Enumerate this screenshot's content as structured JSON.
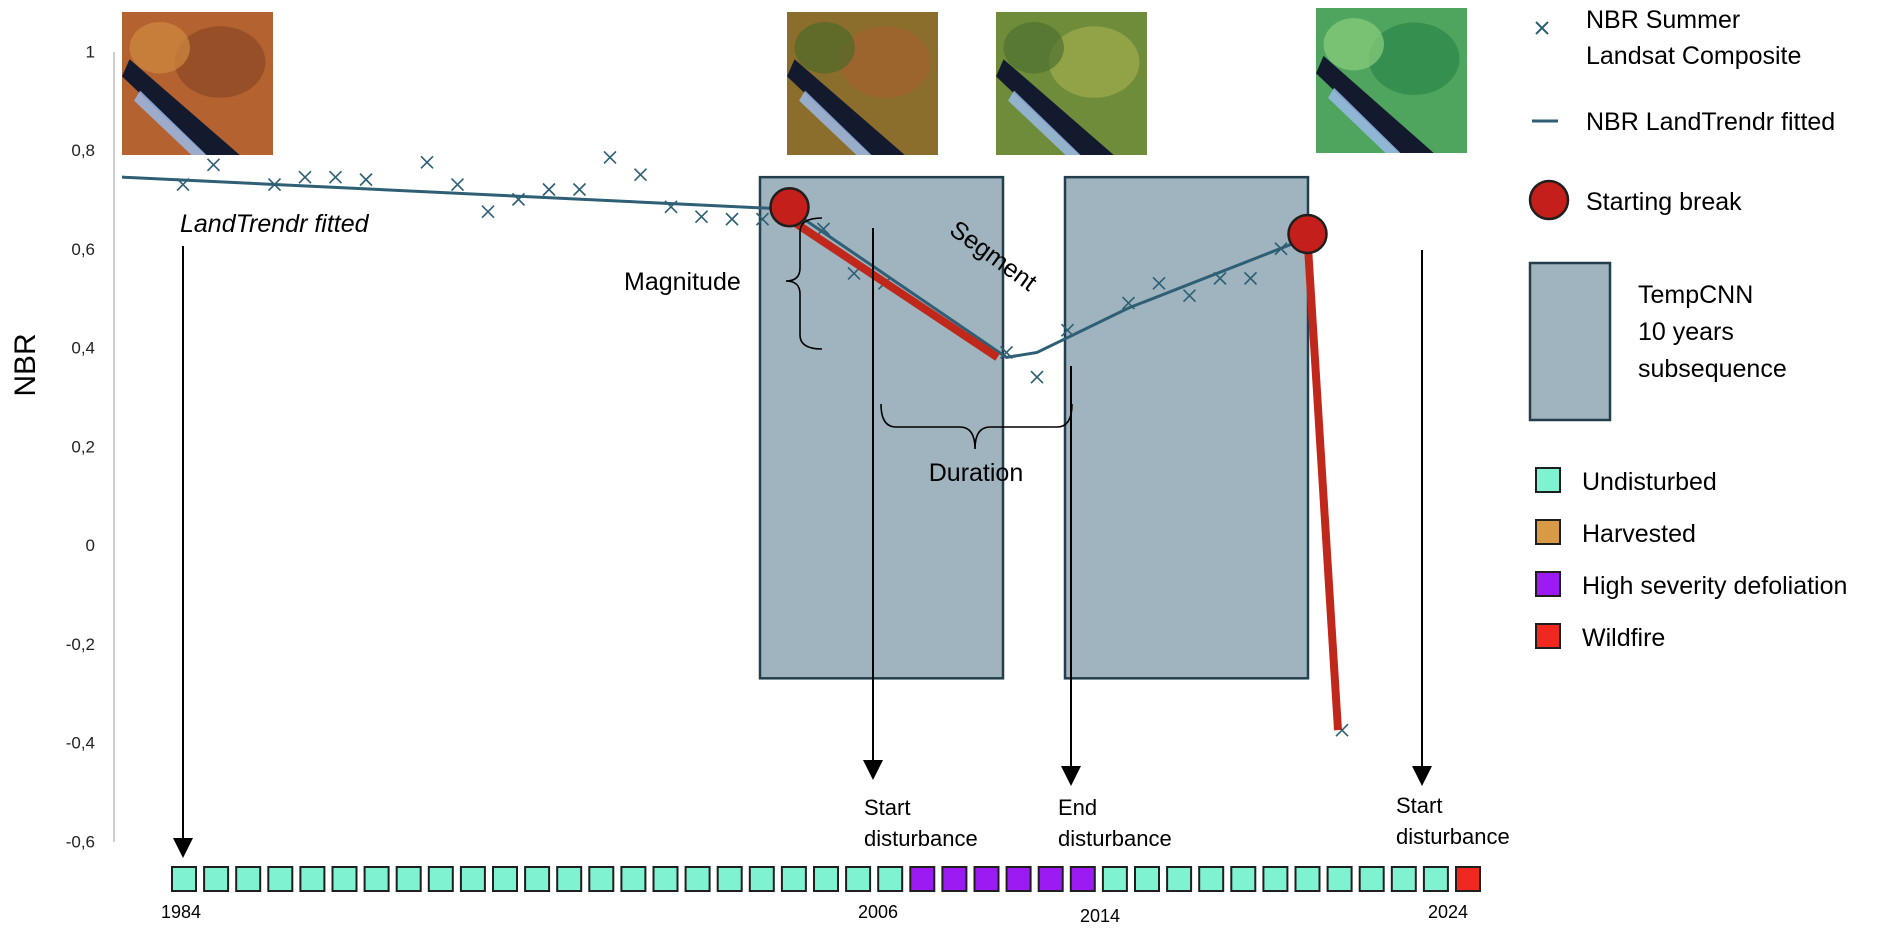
{
  "chart_data": {
    "type": "scatter",
    "ylabel": "NBR",
    "ylim": [
      -0.6,
      1
    ],
    "yticks": [
      "1",
      "0,8",
      "0,6",
      "0,4",
      "0,2",
      "0",
      "-0,2",
      "-0,4",
      "-0,6"
    ],
    "ytick_values": [
      1,
      0.8,
      0.6,
      0.4,
      0.2,
      0,
      -0.2,
      -0.4,
      -0.6
    ],
    "xlim": [
      1984,
      2024
    ],
    "year_labels": [
      {
        "text": "1984",
        "year": 1984
      },
      {
        "text": "2006",
        "year": 2006
      },
      {
        "text": "2014",
        "year": 2014
      },
      {
        "text": "2024",
        "year": 2024
      }
    ],
    "series": [
      {
        "name": "NBR Summer Landsat Composite",
        "marker": "x",
        "color": "#2e5f74",
        "points": [
          [
            1984,
            0.73
          ],
          [
            1985,
            0.77
          ],
          [
            1987,
            0.73
          ],
          [
            1988,
            0.745
          ],
          [
            1989,
            0.745
          ],
          [
            1990,
            0.74
          ],
          [
            1992,
            0.775
          ],
          [
            1993,
            0.73
          ],
          [
            1994,
            0.675
          ],
          [
            1995,
            0.7
          ],
          [
            1996,
            0.72
          ],
          [
            1997,
            0.72
          ],
          [
            1998,
            0.785
          ],
          [
            1999,
            0.75
          ],
          [
            2000,
            0.685
          ],
          [
            2001,
            0.665
          ],
          [
            2002,
            0.66
          ],
          [
            2003,
            0.66
          ],
          [
            2005,
            0.64
          ],
          [
            2006,
            0.55
          ],
          [
            2007,
            0.53
          ],
          [
            2011,
            0.39
          ],
          [
            2012,
            0.34
          ],
          [
            2013,
            0.435
          ],
          [
            2015,
            0.49
          ],
          [
            2016,
            0.53
          ],
          [
            2017,
            0.505
          ],
          [
            2018,
            0.54
          ],
          [
            2019,
            0.54
          ],
          [
            2020,
            0.6
          ],
          [
            2021,
            0.62
          ],
          [
            2022,
            -0.375
          ]
        ]
      },
      {
        "name": "NBR LandTrendr fitted",
        "color": "#2e5f74",
        "points": [
          [
            1982,
            0.745
          ],
          [
            2003,
            0.68
          ],
          [
            2011,
            0.38
          ],
          [
            2012,
            0.39
          ],
          [
            2015,
            0.48
          ],
          [
            2021,
            0.625
          ]
        ]
      },
      {
        "name": "Segment",
        "color": "#c0281c",
        "points": [
          [
            2003,
            0.66
          ],
          [
            2011,
            0.38
          ]
        ]
      },
      {
        "name": "Segment",
        "color": "#c0281c",
        "points": [
          [
            2021,
            0.62
          ],
          [
            2022,
            -0.375
          ]
        ]
      }
    ],
    "starting_breaks": [
      [
        2003,
        0.68
      ],
      [
        2021,
        0.63
      ]
    ],
    "tempcnn_windows": [
      {
        "x0": 2002,
        "x1": 2010,
        "y0": -0.27,
        "y1": 0.745
      },
      {
        "x0": 2012,
        "x1": 2020,
        "y0": -0.27,
        "y1": 0.745
      }
    ],
    "class_sequence": [
      "Undisturbed",
      "Undisturbed",
      "Undisturbed",
      "Undisturbed",
      "Undisturbed",
      "Undisturbed",
      "Undisturbed",
      "Undisturbed",
      "Undisturbed",
      "Undisturbed",
      "Undisturbed",
      "Undisturbed",
      "Undisturbed",
      "Undisturbed",
      "Undisturbed",
      "Undisturbed",
      "Undisturbed",
      "Undisturbed",
      "Undisturbed",
      "Undisturbed",
      "Undisturbed",
      "Undisturbed",
      "Undisturbed",
      "High severity defoliation",
      "High severity defoliation",
      "High severity defoliation",
      "High severity defoliation",
      "High severity defoliation",
      "High severity defoliation",
      "Undisturbed",
      "Undisturbed",
      "Undisturbed",
      "Undisturbed",
      "Undisturbed",
      "Undisturbed",
      "Undisturbed",
      "Undisturbed",
      "Undisturbed",
      "Undisturbed",
      "Undisturbed",
      "Wildfire"
    ],
    "annotations": {
      "landtrendr_fitted": "LandTrendr fitted",
      "magnitude": "Magnitude",
      "segment": "Segment",
      "duration": "Duration",
      "start_disturbance_1a": "Start",
      "start_disturbance_1b": "disturbance",
      "end_disturbance_a": "End",
      "end_disturbance_b": "disturbance",
      "start_disturbance_2a": "Start",
      "start_disturbance_2b": "disturbance"
    },
    "legend": {
      "placement": "right",
      "composite_1": "NBR Summer",
      "composite_2": "Landsat Composite",
      "fitted": "NBR LandTrendr fitted",
      "starting_break": "Starting break",
      "tempcnn_1": "TempCNN",
      "tempcnn_2": "10 years",
      "tempcnn_3": "subsequence",
      "classes": [
        {
          "label": "Undisturbed",
          "color": "#7ff2d2"
        },
        {
          "label": "Harvested",
          "color": "#d99a45"
        },
        {
          "label": "High severity defoliation",
          "color": "#9b1bf2"
        },
        {
          "label": "Wildfire",
          "color": "#f0281f"
        }
      ]
    },
    "colors": {
      "series": "#2e5f74",
      "segment": "#c0281c",
      "window_fill": "#9fb4be",
      "window_stroke": "#233f4d"
    },
    "thumbnails": [
      {
        "name": "satellite-thumbnail-1984",
        "palette": [
          "#b46330",
          "#8f4a26",
          "#cf8a3e"
        ]
      },
      {
        "name": "satellite-thumbnail-2006",
        "palette": [
          "#8b6e2c",
          "#a0632e",
          "#4f6a2a"
        ]
      },
      {
        "name": "satellite-thumbnail-2014",
        "palette": [
          "#6f8c3a",
          "#9aa94a",
          "#4f7130"
        ]
      },
      {
        "name": "satellite-thumbnail-2024",
        "palette": [
          "#4fa55e",
          "#2e8a4a",
          "#8ccf7c"
        ]
      }
    ]
  }
}
